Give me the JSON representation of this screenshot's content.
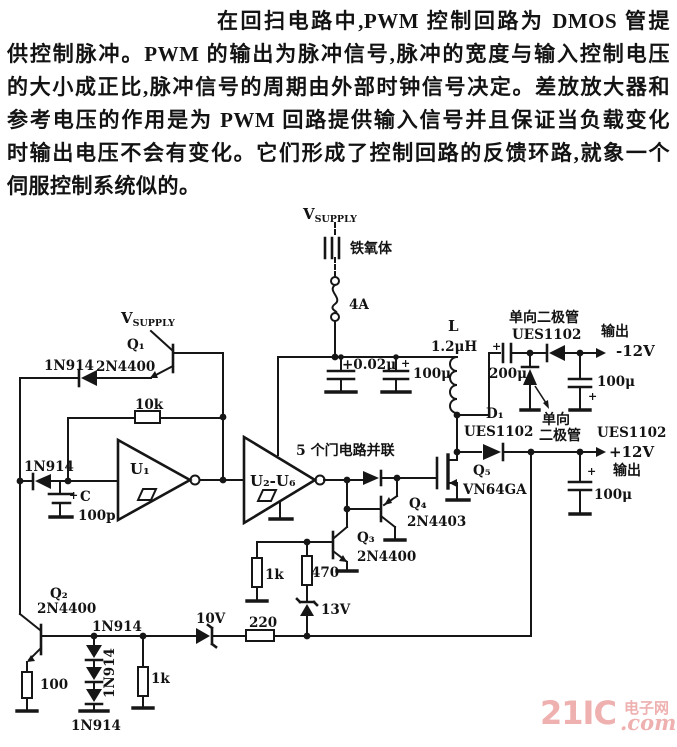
{
  "paragraph": {
    "lines": [
      "在回扫电路中,PWM 控制回路为 DMOS 管提",
      "供控制脉冲。PWM 的输出为脉冲信号,脉冲的宽度与输入控制电压",
      "的大小成正比,脉冲信号的周期由外部时钟信号决定。差放放大器和",
      "参考电压的作用是为 PWM 回路提供输入信号并且保证当负载变化",
      "时输出电压不会有变化。它们形成了控制回路的反馈环路,就象一个",
      "伺服控制系统似的。"
    ]
  },
  "schematic": {
    "labels": {
      "vsup": "V",
      "vsup_sub": "SUPPLY",
      "ferrite": "铁氧体",
      "fuse": "4A",
      "ind_name": "L",
      "ind_val": "1.2μH",
      "c002": "+0.02μ",
      "c100": "100μ",
      "plus": "+",
      "note_top": "单向二极管",
      "ues1102": "UES1102",
      "out_cjk": "输出",
      "vneg": "-12V",
      "c200": "200μ",
      "d1": "D₁",
      "note_mid1": "单向",
      "note_mid2": "二极管",
      "vpos": "+12V",
      "q5": "Q₅",
      "q5_part": "VN64GA",
      "q4": "Q₄",
      "q4_part": "2N4403",
      "q3": "Q₃",
      "gates_note": "5 个门电路并联",
      "u26": "U₂-U₆",
      "u1": "U₁",
      "r10k": "10k",
      "d1n914": "1N914",
      "p2n4400": "2N4400",
      "q1": "Q₁",
      "cap_c": "C",
      "cap_c_val": "100p",
      "q2": "Q₂",
      "r100": "100",
      "r1k": "1k",
      "z10": "10V",
      "r220": "220",
      "z13": "13V",
      "r470": "470"
    }
  },
  "watermark": {
    "main": "21IC",
    "cn": "电子网",
    "com": ".com"
  }
}
